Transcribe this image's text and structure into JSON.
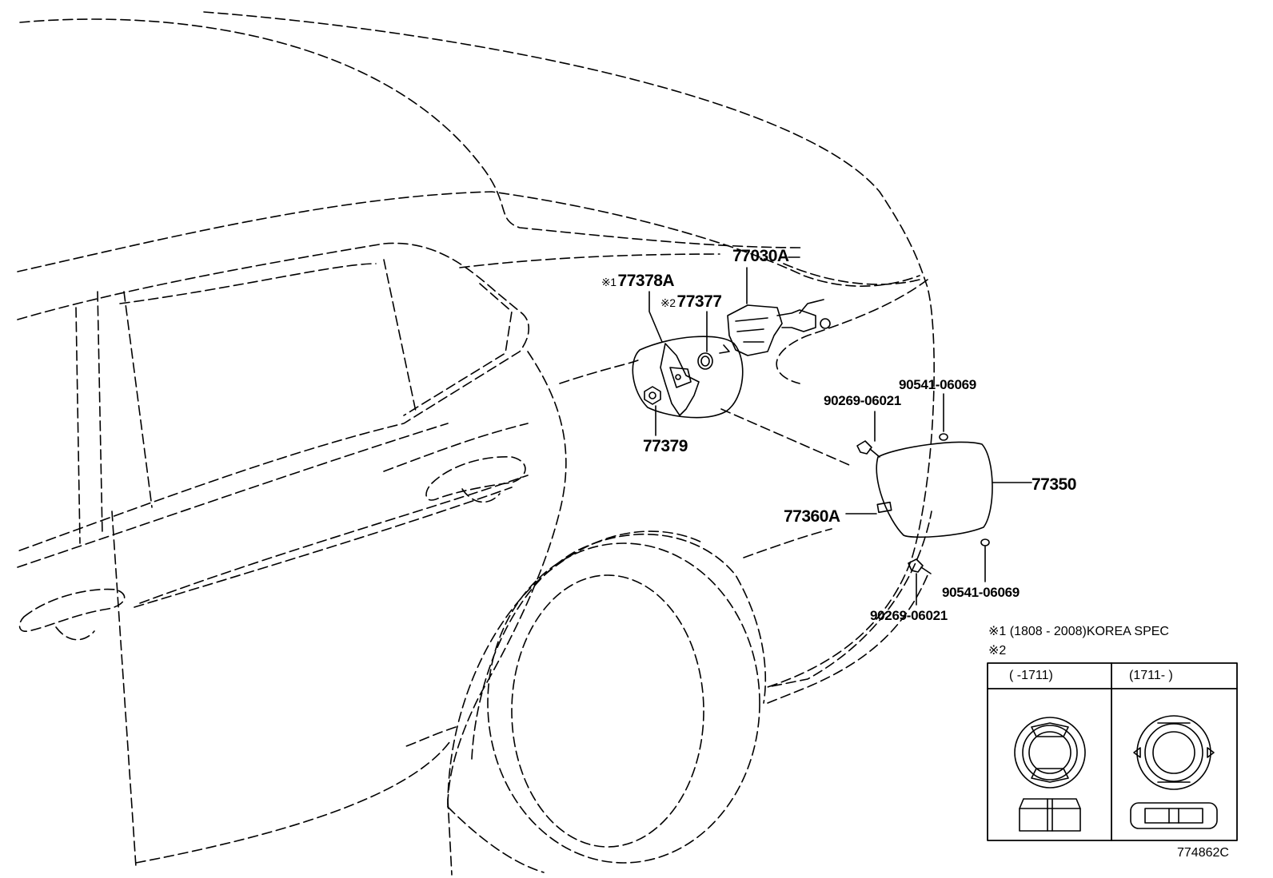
{
  "callouts": {
    "p77030A": "77030A",
    "p77378A": "77378A",
    "p77378A_mark": "※1",
    "p77377": "77377",
    "p77377_mark": "※2",
    "p77379": "77379",
    "p90269_upper": "90269-06021",
    "p90541_upper": "90541-06069",
    "p77350": "77350",
    "p77360A": "77360A",
    "p90541_lower": "90541-06069",
    "p90269_lower": "90269-06021"
  },
  "notes": {
    "note1": "※1 (1808 - 2008)KOREA SPEC",
    "note2": "※2"
  },
  "variant_table": {
    "col_left": "(    -1711)",
    "col_right": "(1711-    )"
  },
  "diagram_code": "774862C"
}
